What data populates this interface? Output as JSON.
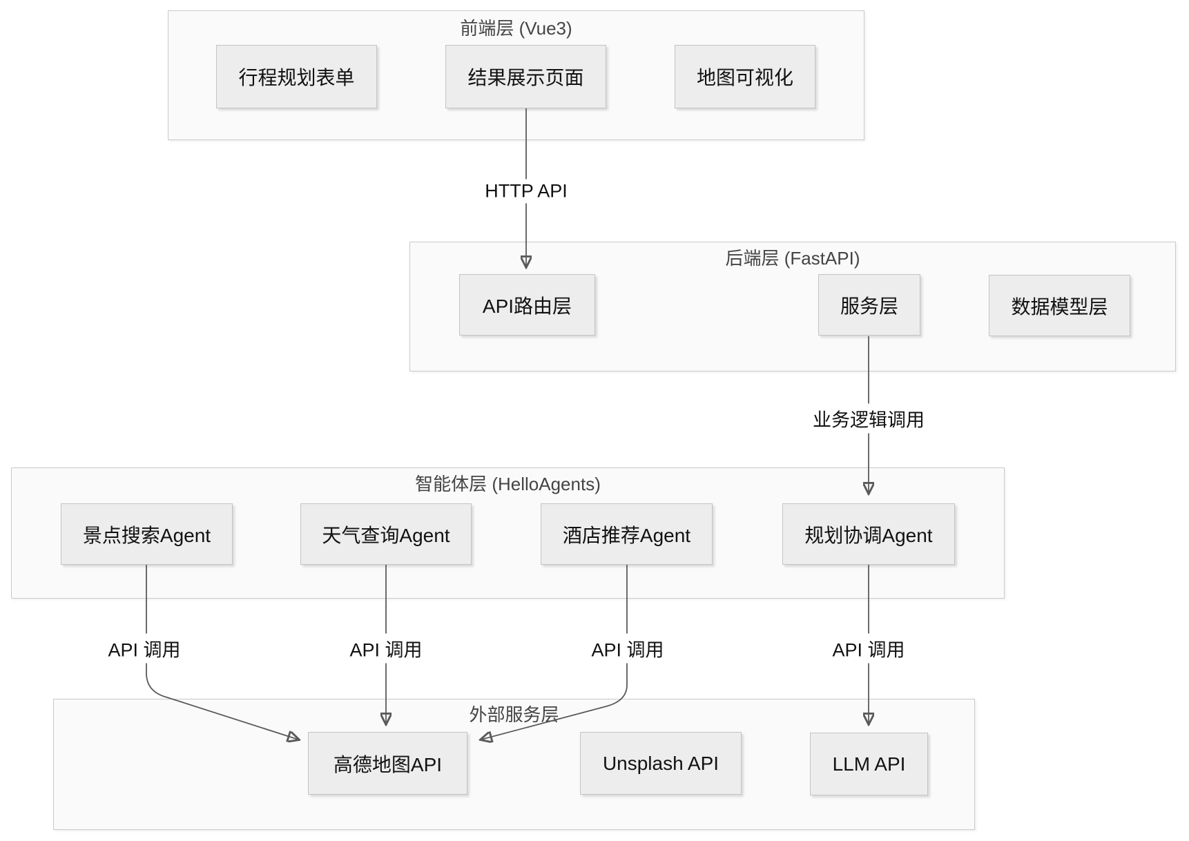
{
  "diagram": {
    "type": "layered-architecture",
    "layers": [
      {
        "title": "前端层 (Vue3)",
        "boxes": [
          {
            "label": "行程规划表单"
          },
          {
            "label": "结果展示页面"
          },
          {
            "label": "地图可视化"
          }
        ]
      },
      {
        "title": "后端层 (FastAPI)",
        "boxes": [
          {
            "label": "API路由层"
          },
          {
            "label": "服务层"
          },
          {
            "label": "数据模型层"
          }
        ]
      },
      {
        "title": "智能体层 (HelloAgents)",
        "boxes": [
          {
            "label": "景点搜索Agent"
          },
          {
            "label": "天气查询Agent"
          },
          {
            "label": "酒店推荐Agent"
          },
          {
            "label": "规划协调Agent"
          }
        ]
      },
      {
        "title": "外部服务层",
        "boxes": [
          {
            "label": "高德地图API"
          },
          {
            "label": "Unsplash API"
          },
          {
            "label": "LLM API"
          }
        ]
      }
    ],
    "edges": [
      {
        "label": "HTTP API",
        "from": "结果展示页面",
        "to": "API路由层"
      },
      {
        "label": "业务逻辑调用",
        "from": "服务层",
        "to": "规划协调Agent"
      },
      {
        "label": "API 调用",
        "from": "景点搜索Agent",
        "to": "高德地图API"
      },
      {
        "label": "API 调用",
        "from": "天气查询Agent",
        "to": "高德地图API"
      },
      {
        "label": "API 调用",
        "from": "酒店推荐Agent",
        "to": "高德地图API"
      },
      {
        "label": "API 调用",
        "from": "规划协调Agent",
        "to": "LLM API"
      }
    ],
    "colors": {
      "canvas_bg": "#ffffff",
      "layer_bg": "#fafafa",
      "layer_border": "#cacaca",
      "box_bg": "#ededed",
      "box_border": "#c3c3c3",
      "line": "#5a5a5a",
      "box_text": "#111111",
      "layer_title_text": "#444444"
    }
  }
}
